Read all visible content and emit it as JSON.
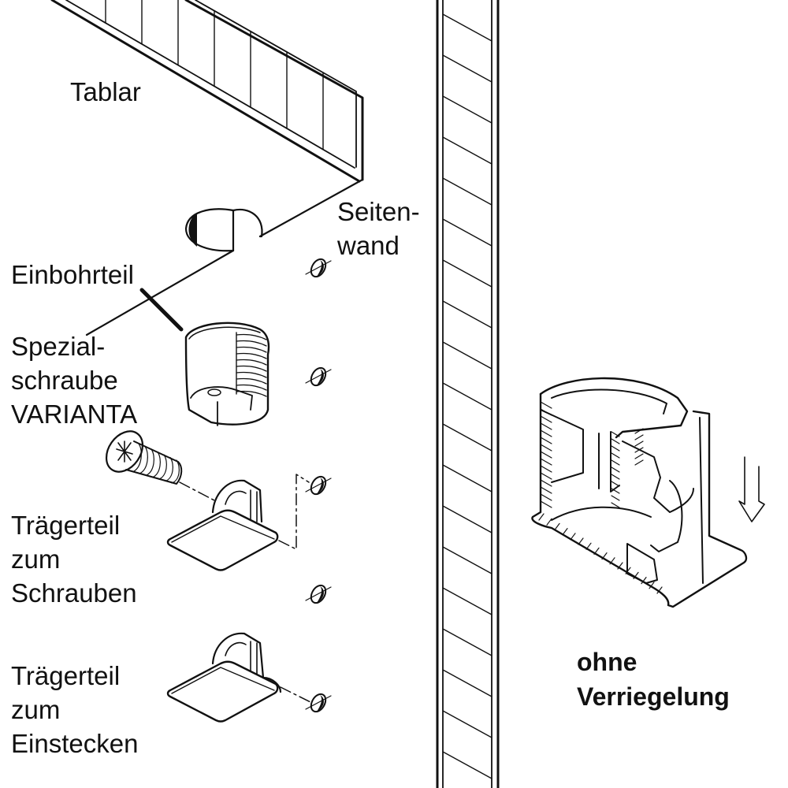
{
  "title": "Tablarträger VARIANTA – Explosionszeichnung",
  "labels": {
    "tablar": "Tablar",
    "seitenwand": [
      "Seiten-",
      "wand"
    ],
    "einbohrteil": "Einbohrteil",
    "spezialschraube": [
      "Spezial-",
      "schraube",
      "VARIANTA"
    ],
    "traegerteil_schrauben": [
      "Trägerteil",
      "zum",
      "Schrauben"
    ],
    "traegerteil_einstecken": [
      "Trägerteil",
      "zum",
      "Einstecken"
    ],
    "ohne_verriegelung": [
      "ohne",
      "Verriegelung"
    ]
  },
  "components": [
    {
      "id": "shelf",
      "name": "Tablar"
    },
    {
      "id": "side-wall",
      "name": "Seitenwand"
    },
    {
      "id": "drill-in-part",
      "name": "Einbohrteil"
    },
    {
      "id": "special-screw",
      "name": "Spezialschraube VARIANTA"
    },
    {
      "id": "carrier-screw",
      "name": "Trägerteil zum Schrauben"
    },
    {
      "id": "carrier-plug",
      "name": "Trägerteil zum Einstecken"
    },
    {
      "id": "cutaway-detail",
      "name": "ohne Verriegelung"
    }
  ],
  "wall_holes_count": 5,
  "colors": {
    "ink": "#111111",
    "background": "#ffffff"
  }
}
